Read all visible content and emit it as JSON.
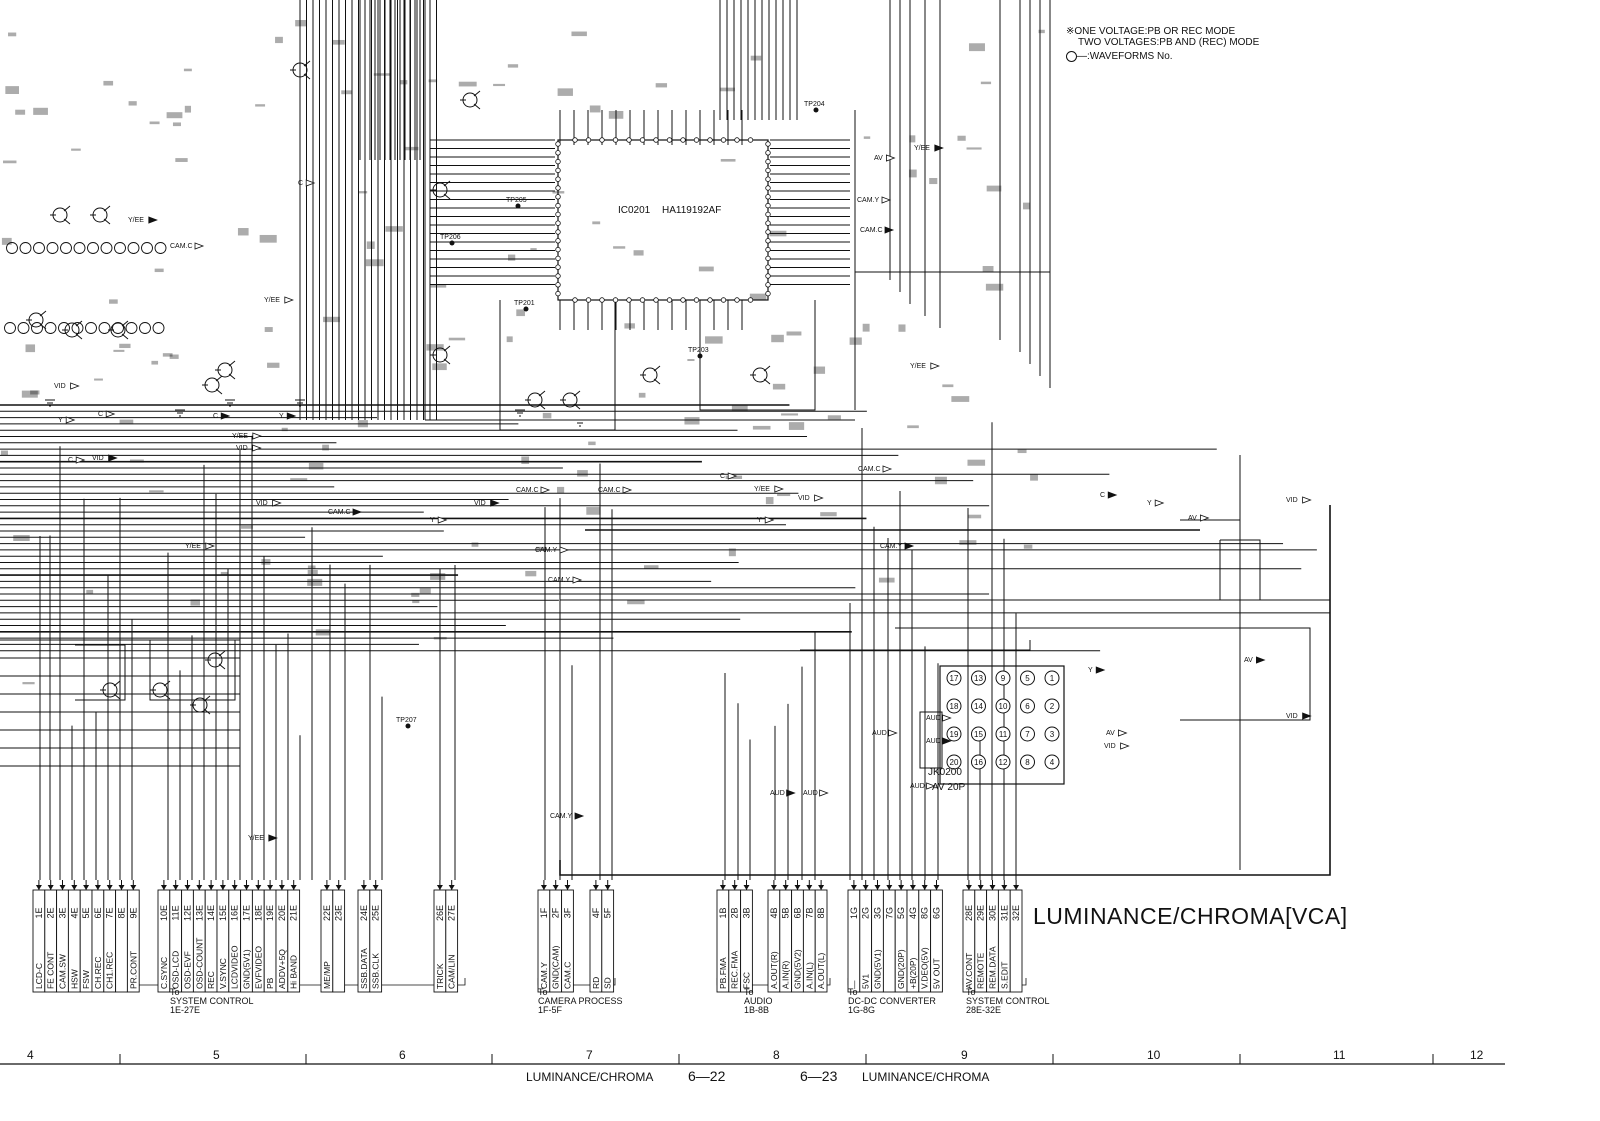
{
  "notes": {
    "line1": "※ONE VOLTAGE:PB OR REC MODE",
    "line2": "TWO VOLTAGES:PB AND (REC) MODE",
    "line3": ":WAVEFORMS No."
  },
  "title": "LUMINANCE/CHROMA[VCA]",
  "ic_main": {
    "ref": "IC0201",
    "part": "HA119192AF"
  },
  "jack": {
    "ref": "JK0200",
    "part": "AV 20P",
    "pins": [
      "17",
      "13",
      "9",
      "5",
      "1",
      "18",
      "14",
      "10",
      "6",
      "2",
      "19",
      "15",
      "11",
      "7",
      "3",
      "20",
      "16",
      "12",
      "8",
      "4"
    ]
  },
  "test_points": [
    "TP204",
    "TP205",
    "TP206",
    "TP201",
    "TP203",
    "TP207"
  ],
  "signal_labels": [
    "Y/EE",
    "CAM.C",
    "CAM.Y",
    "AV",
    "VID",
    "AUD",
    "Y",
    "C"
  ],
  "connectors": [
    {
      "pins": [
        {
          "num": "1E",
          "label": "LCD-C"
        },
        {
          "num": "2E",
          "label": "FE CONT"
        },
        {
          "num": "3E",
          "label": "CAM.SW"
        },
        {
          "num": "4E",
          "label": "HSW"
        },
        {
          "num": "5E",
          "label": "FSW"
        },
        {
          "num": "6E",
          "label": "CH.REC"
        },
        {
          "num": "7E",
          "label": "CH1.REC"
        },
        {
          "num": "8E",
          "label": ""
        },
        {
          "num": "9E",
          "label": "PR.CONT"
        }
      ]
    },
    {
      "pins": [
        {
          "num": "10E",
          "label": "C.SYNC"
        },
        {
          "num": "11E",
          "label": "OSD-LCD"
        },
        {
          "num": "12E",
          "label": "OSD-EVF"
        },
        {
          "num": "13E",
          "label": "OSD-COUNT"
        },
        {
          "num": "14E",
          "label": "REC"
        },
        {
          "num": "15E",
          "label": "V.SYNC"
        },
        {
          "num": "16E",
          "label": "LCDVIDEO"
        },
        {
          "num": "17E",
          "label": "GND(5V1)"
        },
        {
          "num": "18E",
          "label": "EVFVIDEO"
        },
        {
          "num": "19E",
          "label": "PB"
        },
        {
          "num": "20E",
          "label": "ADDV+5Q"
        },
        {
          "num": "21E",
          "label": "Hi BAND"
        }
      ]
    },
    {
      "pins": [
        {
          "num": "22E",
          "label": "ME/MP"
        },
        {
          "num": "23E",
          "label": ""
        }
      ]
    },
    {
      "pins": [
        {
          "num": "24E",
          "label": "SSB.DATA"
        },
        {
          "num": "25E",
          "label": "SSB.CLK"
        }
      ]
    },
    {
      "pins": [
        {
          "num": "26E",
          "label": "TRICK"
        },
        {
          "num": "27E",
          "label": "CAM/LIN"
        }
      ]
    },
    {
      "pins": [
        {
          "num": "1F",
          "label": "CAM.Y"
        },
        {
          "num": "2F",
          "label": "GND(CAM)"
        },
        {
          "num": "3F",
          "label": "CAM.C"
        }
      ]
    },
    {
      "pins": [
        {
          "num": "4F",
          "label": "RD"
        },
        {
          "num": "5F",
          "label": "SD"
        }
      ]
    },
    {
      "pins": [
        {
          "num": "1B",
          "label": "PB.FMA"
        },
        {
          "num": "2B",
          "label": "REC.FMA"
        },
        {
          "num": "3B",
          "label": "FSC"
        }
      ]
    },
    {
      "pins": [
        {
          "num": "4B",
          "label": "A.OUT(R)"
        },
        {
          "num": "5B",
          "label": "A.IN(R)"
        },
        {
          "num": "6B",
          "label": "GND(5V2)"
        },
        {
          "num": "7B",
          "label": "A.IN(L)"
        },
        {
          "num": "8B",
          "label": "A.OUT(L)"
        }
      ]
    },
    {
      "pins": [
        {
          "num": "1G",
          "label": "—"
        },
        {
          "num": "2G",
          "label": "5V1"
        },
        {
          "num": "3G",
          "label": "GND(5V1)"
        },
        {
          "num": "7G",
          "label": ""
        },
        {
          "num": "5G",
          "label": "GND(20P)"
        },
        {
          "num": "4G",
          "label": "+B(20P)"
        },
        {
          "num": "8G",
          "label": "V.DEO(5V)"
        },
        {
          "num": "6G",
          "label": "5V OUT"
        }
      ]
    },
    {
      "pins": [
        {
          "num": "28E",
          "label": "AV.CONT"
        },
        {
          "num": "29E",
          "label": "REMOTE"
        },
        {
          "num": "30E",
          "label": "REM.DATA"
        },
        {
          "num": "31E",
          "label": "S.EDIT"
        },
        {
          "num": "32E",
          "label": ""
        }
      ]
    }
  ],
  "destinations": [
    {
      "to": "To",
      "name": "SYSTEM CONTROL",
      "range": "1E-27E"
    },
    {
      "to": "To",
      "name": "CAMERA PROCESS",
      "range": "1F-5F"
    },
    {
      "to": "To",
      "name": "AUDIO",
      "range": "1B-8B"
    },
    {
      "to": "To",
      "name": "DC-DC CONVERTER",
      "range": "1G-8G"
    },
    {
      "to": "To",
      "name": "SYSTEM CONTROL",
      "range": "28E-32E"
    }
  ],
  "columns": [
    "4",
    "5",
    "6",
    "7",
    "8",
    "9",
    "10",
    "11",
    "12"
  ],
  "footer": {
    "left": "LUMINANCE/CHROMA",
    "page_left": "6—22",
    "page_right": "6—23",
    "right": "LUMINANCE/CHROMA"
  }
}
